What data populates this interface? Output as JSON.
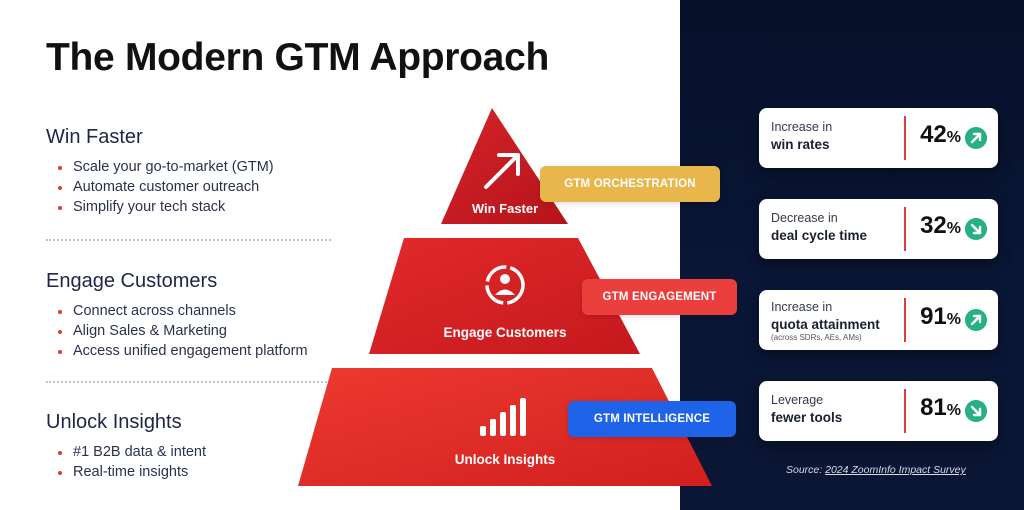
{
  "title": "The Modern GTM Approach",
  "sections": [
    {
      "heading": "Win Faster",
      "bullets": [
        "Scale your go-to-market (GTM)",
        "Automate customer outreach",
        "Simplify your tech stack"
      ]
    },
    {
      "heading": "Engage Customers",
      "bullets": [
        "Connect across channels",
        "Align Sales & Marketing",
        "Access unified engagement platform"
      ]
    },
    {
      "heading": "Unlock Insights",
      "bullets": [
        "#1 B2B data & intent",
        "Real-time insights"
      ]
    }
  ],
  "pyramid": {
    "tiers": [
      {
        "label": "Win Faster",
        "icon": "arrow-up-right-icon",
        "color": "#c81a1f"
      },
      {
        "label": "Engage Customers",
        "icon": "user-circle-icon",
        "color": "#d82222"
      },
      {
        "label": "Unlock Insights",
        "icon": "bar-chart-icon",
        "color": "#e42a25"
      }
    ]
  },
  "pills": [
    {
      "label": "GTM ORCHESTRATION",
      "color": "#e8b64b"
    },
    {
      "label": "GTM ENGAGEMENT",
      "color": "#ea3f3c"
    },
    {
      "label": "GTM INTELLIGENCE",
      "color": "#1f63e8"
    }
  ],
  "stats": [
    {
      "line1": "Increase in",
      "line2": "win rates",
      "note": "",
      "value": "42",
      "unit": "%",
      "direction": "up",
      "icon": "arrow-up-right-icon"
    },
    {
      "line1": "Decrease in",
      "line2": "deal cycle time",
      "note": "",
      "value": "32",
      "unit": "%",
      "direction": "down",
      "icon": "arrow-down-right-icon"
    },
    {
      "line1": "Increase in",
      "line2": "quota attainment",
      "note": "(across SDRs, AEs, AMs)",
      "value": "91",
      "unit": "%",
      "direction": "up",
      "icon": "arrow-up-right-icon"
    },
    {
      "line1": "Leverage",
      "line2": "fewer tools",
      "note": "",
      "value": "81",
      "unit": "%",
      "direction": "down",
      "icon": "arrow-down-right-icon"
    }
  ],
  "source": {
    "prefix": "Source: ",
    "link": "2024 ZoomInfo Impact Survey"
  },
  "colors": {
    "accent_green": "#27b085",
    "panel_navy": "#071029",
    "divider_red": "#e03a3a"
  }
}
